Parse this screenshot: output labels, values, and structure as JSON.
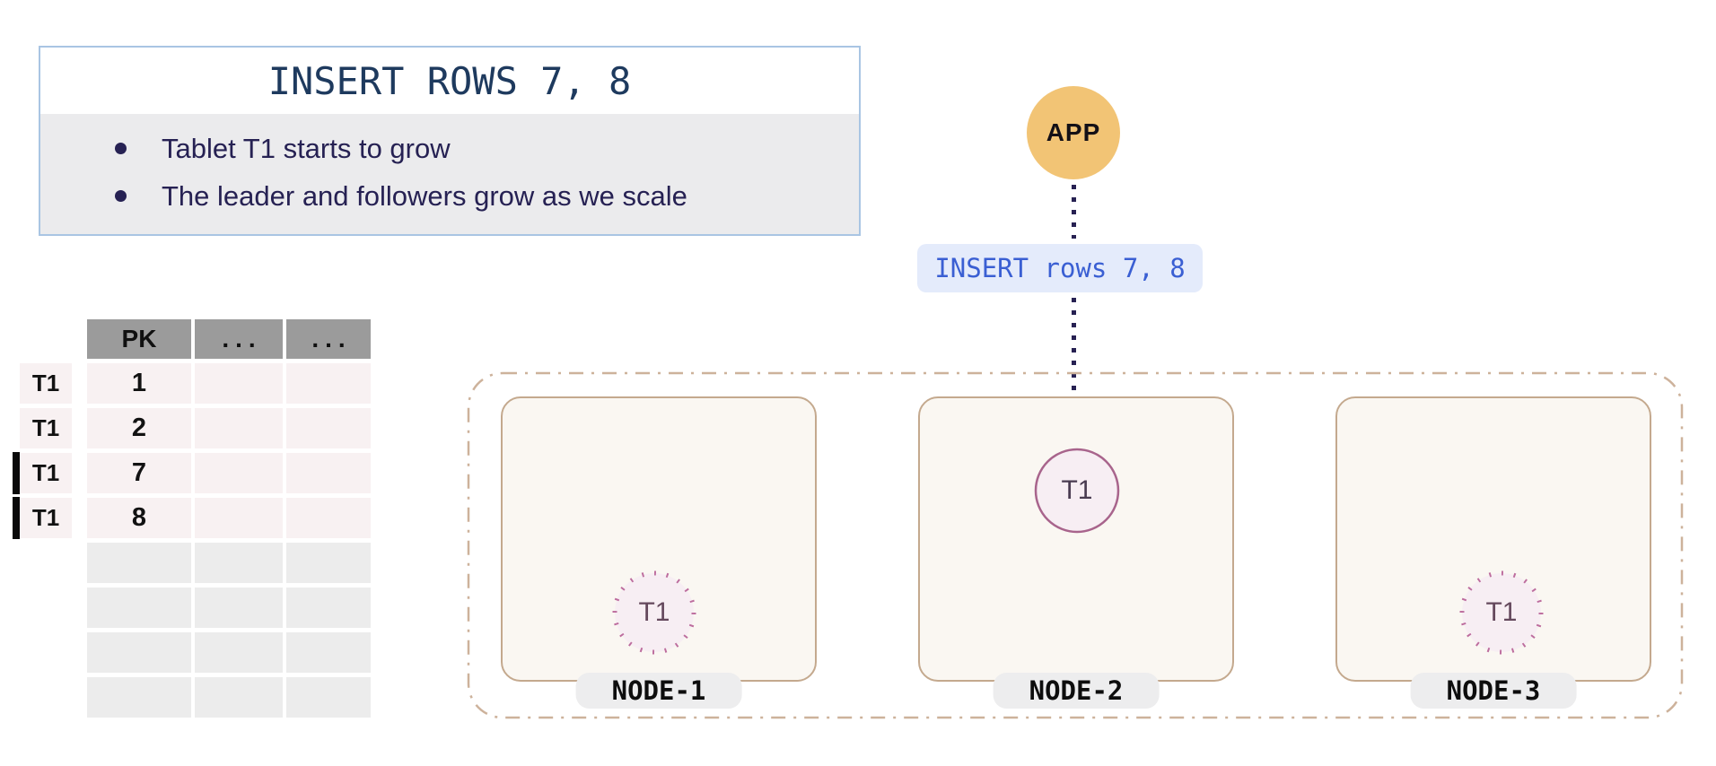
{
  "callout": {
    "title": "INSERT ROWS 7, 8",
    "bullets": [
      "Tablet T1 starts to grow",
      "The leader and followers grow as we scale"
    ]
  },
  "table": {
    "headers": [
      "PK",
      "...",
      "..."
    ],
    "rows": [
      {
        "tablet": "T1",
        "pk": "1",
        "inserted": false
      },
      {
        "tablet": "T1",
        "pk": "2",
        "inserted": false
      },
      {
        "tablet": "T1",
        "pk": "7",
        "inserted": true
      },
      {
        "tablet": "T1",
        "pk": "8",
        "inserted": true
      }
    ],
    "empty_rows": 4
  },
  "flow": {
    "app_label": "APP",
    "query_label": "INSERT rows 7, 8"
  },
  "cluster": {
    "nodes": [
      {
        "name": "NODE-1",
        "tablet": "T1",
        "role": "follower"
      },
      {
        "name": "NODE-2",
        "tablet": "T1",
        "role": "leader"
      },
      {
        "name": "NODE-3",
        "tablet": "T1",
        "role": "follower"
      }
    ]
  },
  "colors": {
    "callout_border": "#a9c5e3",
    "callout_title_text": "#1e3a5e",
    "callout_body_bg": "#ebebed",
    "bullet_text": "#262153",
    "table_header_bg": "#9b9b9b",
    "table_filled_row_bg": "#f8f1f2",
    "table_empty_row_bg": "#ececec",
    "insert_marker": "#0a0a0a",
    "app_circle": "#f2c475",
    "arrow": "#272152",
    "query_label_bg": "#e4ebfb",
    "query_label_text": "#3a5fd3",
    "cluster_border": "#cdb29b",
    "node_border": "#c4a98e",
    "node_bg": "#faf7f2",
    "node_pill_bg": "#ededee",
    "tablet_leader_stroke": "#a8648c",
    "tablet_follower_stroke": "#bd6d9e",
    "tablet_fill": "#f7eef3"
  }
}
